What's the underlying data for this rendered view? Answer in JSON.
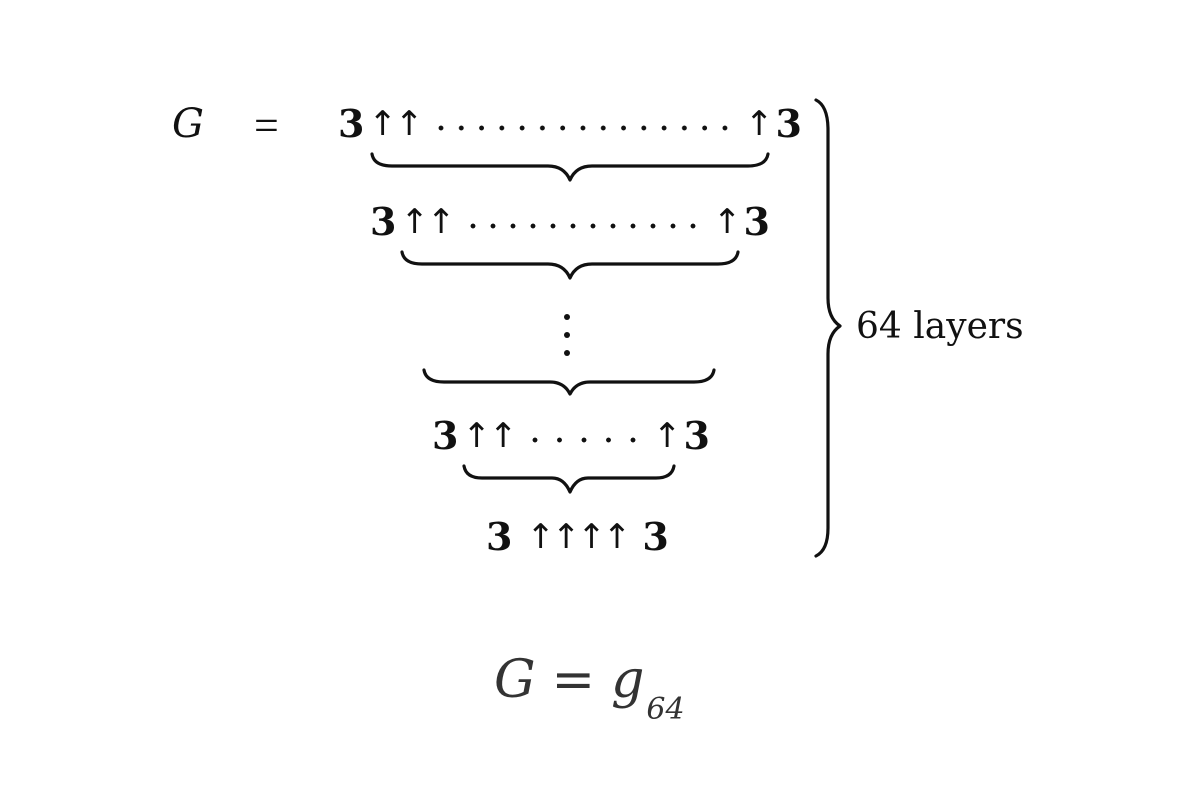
{
  "definition": {
    "lhs": "G",
    "equals": "="
  },
  "layers": [
    {
      "base": "3",
      "arrows": "↑↑",
      "last_arrow": "↑",
      "exponent": "3"
    },
    {
      "base": "3",
      "arrows": "↑↑",
      "last_arrow": "↑",
      "exponent": "3"
    },
    {
      "base": "3",
      "arrows": "↑↑",
      "last_arrow": "↑",
      "exponent": "3"
    }
  ],
  "ellipsis": "⋮",
  "innermost": {
    "base": "3",
    "arrows": "↑↑↑↑",
    "exponent": "3"
  },
  "brace_label": "64 layers",
  "formula": {
    "lhs": "G",
    "equals": "=",
    "rhs": "g",
    "subscript": "64"
  }
}
